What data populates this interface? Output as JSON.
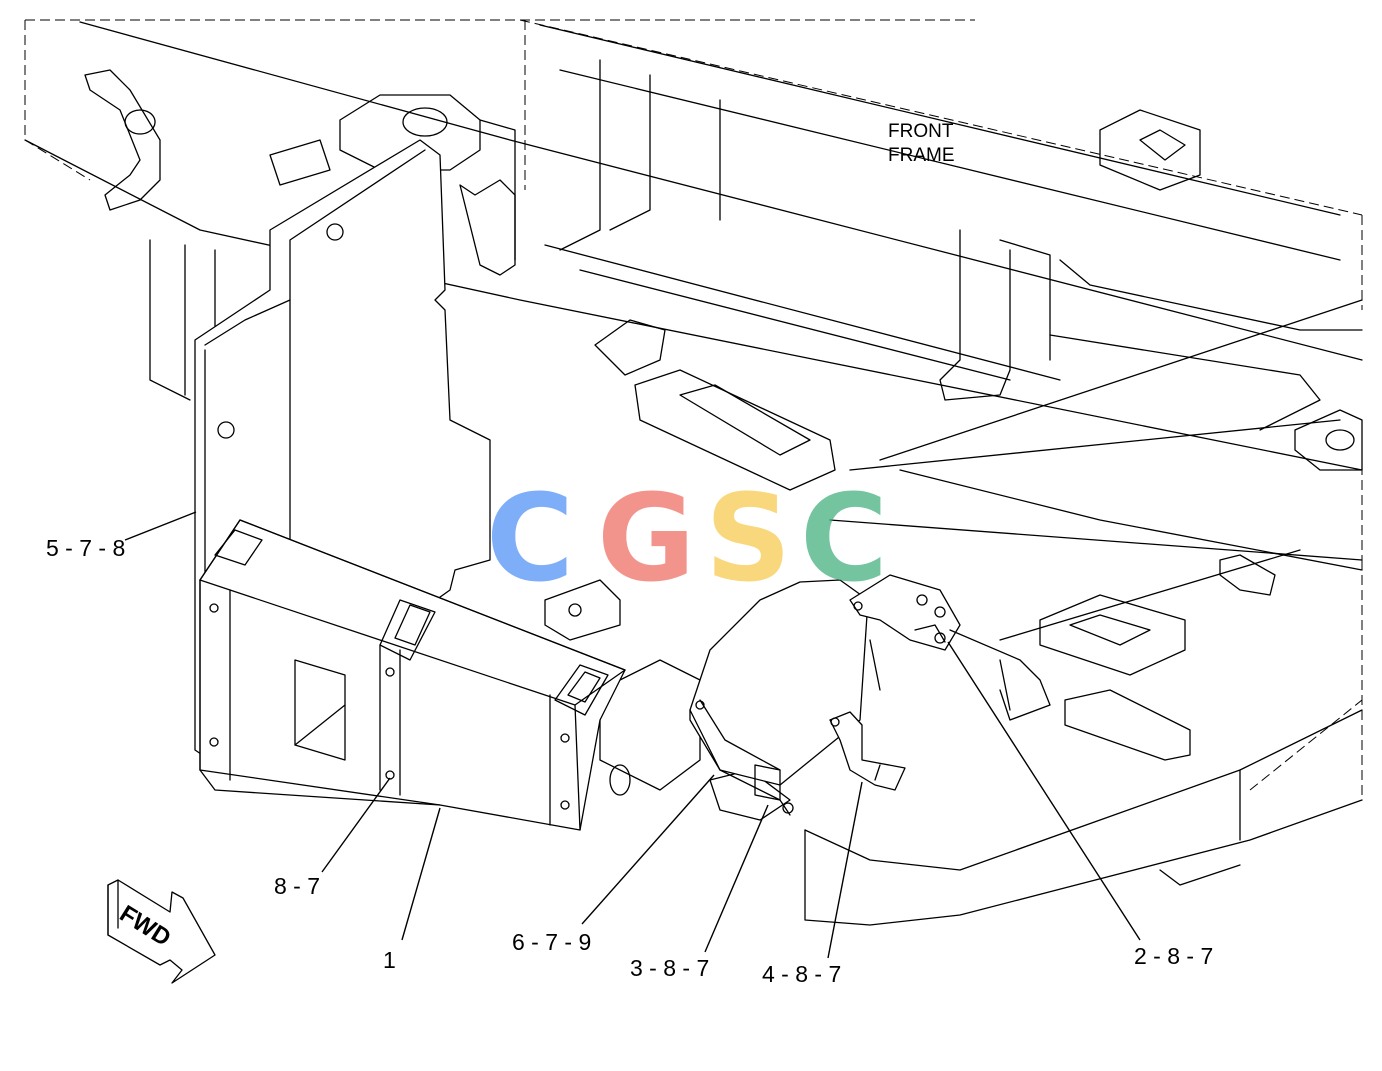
{
  "frame_label": {
    "line1": "FRONT",
    "line2": "FRAME"
  },
  "callouts": [
    {
      "id": "c-5-7-8",
      "text": "5 - 7 - 8"
    },
    {
      "id": "c-8-7",
      "text": "8 - 7"
    },
    {
      "id": "c-1",
      "text": "1"
    },
    {
      "id": "c-6-7-9",
      "text": "6 - 7 - 9"
    },
    {
      "id": "c-3-8-7",
      "text": "3 - 8 - 7"
    },
    {
      "id": "c-4-8-7",
      "text": "4 - 8 - 7"
    },
    {
      "id": "c-2-8-7",
      "text": "2 - 8 - 7"
    }
  ],
  "direction_arrow": {
    "text": "FWD",
    "icon": "forward-arrow-icon"
  },
  "watermark": {
    "letters": [
      {
        "char": "C",
        "color": "#4f8ff7"
      },
      {
        "char": "G",
        "color": "#ef6b61"
      },
      {
        "char": "S",
        "color": "#f8c84a"
      },
      {
        "char": "C",
        "color": "#3fae7c"
      }
    ]
  }
}
